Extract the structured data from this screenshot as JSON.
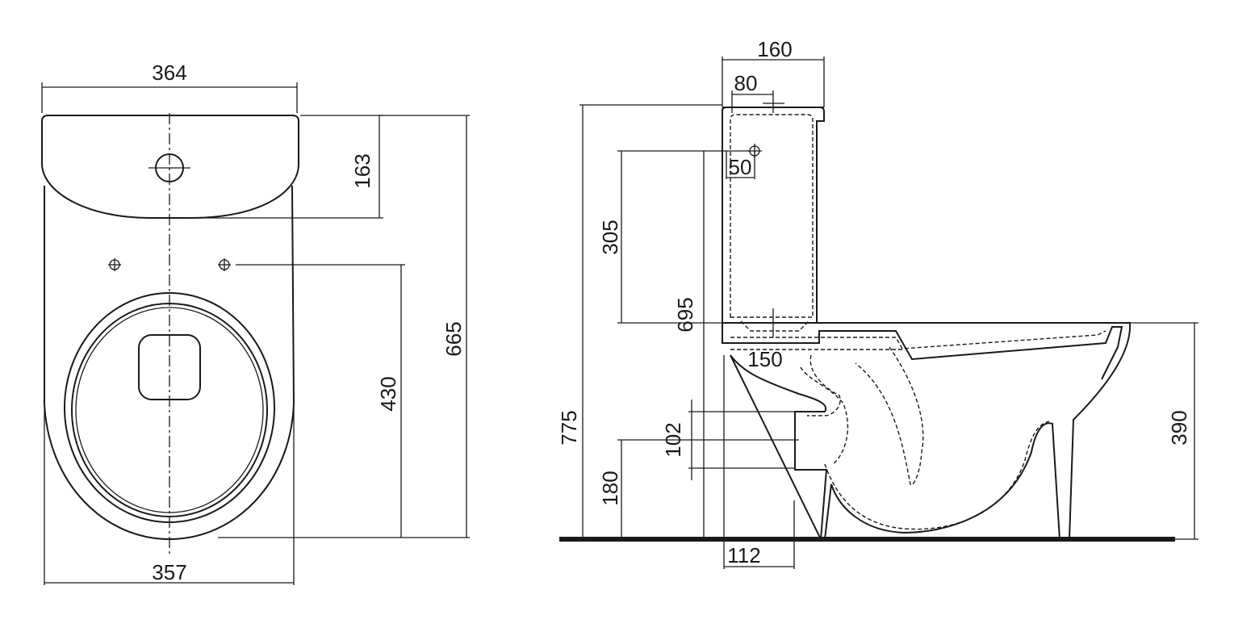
{
  "top_view": {
    "dims": {
      "width_top": "364",
      "width_bottom": "357",
      "tank_depth": "163",
      "fixing_to_back": "430",
      "total_length": "665"
    }
  },
  "side_view": {
    "dims": {
      "tank_depth": "160",
      "tank_offset": "80",
      "inlet_offset": "50",
      "inlet_height": "305",
      "tank_base_height": "695",
      "total_height": "775",
      "outlet_dim": "150",
      "outlet_diameter": "102",
      "outlet_height": "180",
      "outlet_setback": "112",
      "bowl_height": "390"
    }
  }
}
